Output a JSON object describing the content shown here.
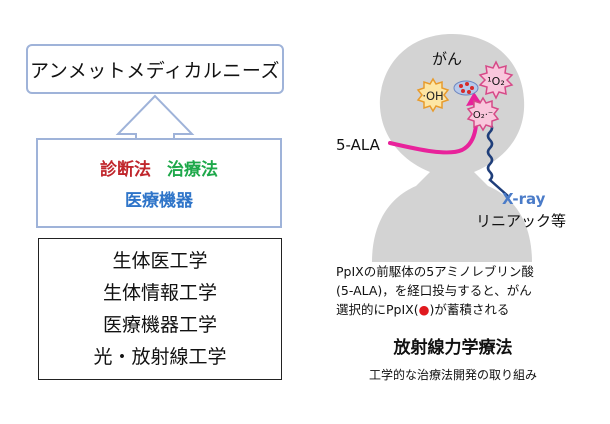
{
  "needs_box": {
    "label": "アンメットメディカルニーズ"
  },
  "methods_box": {
    "diagnosis": "診断法",
    "therapy": "治療法",
    "devices": "医療機器"
  },
  "fields_box": {
    "items": [
      "生体医工学",
      "生体情報工学",
      "医療機器工学",
      "光・放射線工学"
    ]
  },
  "illustration": {
    "cancer_label": "がん",
    "oh_label": "·OH",
    "singlet_oxygen_label": "¹O₂",
    "superoxide_label": "O₂·⁻",
    "ala_label": "5-ALA",
    "xray_label": "X-ray",
    "linac_label": "リニアック等"
  },
  "description": {
    "line1": "PpIXの前駆体の5アミノレブリン酸",
    "line2": "(5-ALA)，を経口投与すると、がん",
    "line3_before": "選択的にPpIX(",
    "line3_marker": "●",
    "line3_after": ")が蓄積される"
  },
  "therapy_title": "放射線力学療法",
  "caption": "工学的な治療法開発の取り組み",
  "colors": {
    "box_border": "#9fb3d9",
    "red_text": "#c0262c",
    "green_text": "#1ea84a",
    "blue_text": "#2f75c9",
    "silhouette": "#d3d3d3",
    "ala_path": "#e8229b",
    "xray_wave": "#1f3e7a",
    "xray_label": "#4a7bc8"
  }
}
